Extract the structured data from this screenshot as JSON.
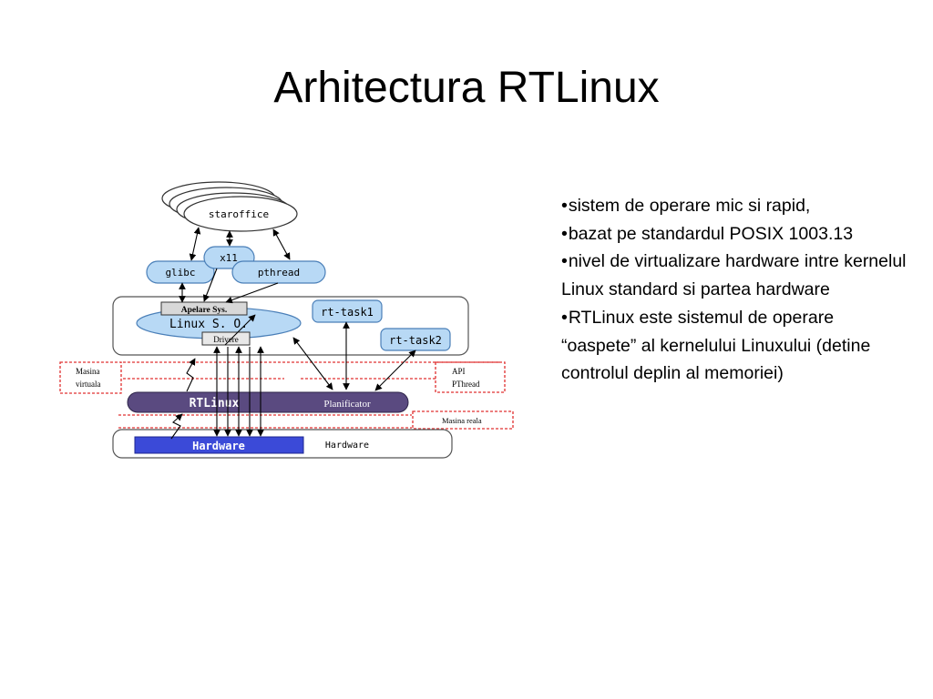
{
  "slide": {
    "title": "Arhitectura RTLinux",
    "bullets": [
      "sistem de operare mic si rapid,",
      "bazat pe standardul POSIX 1003.13",
      "nivel de virtualizare hardware intre kernelul Linux standard si partea hardware",
      "RTLinux este sistemul de operare “oaspete” al kernelului Linuxului (detine controlul deplin al memoriei)"
    ],
    "bullet_marker": "•"
  },
  "diagram": {
    "staroffice": "staroffice",
    "x11": "x11",
    "glibc": "glibc",
    "pthread": "pthread",
    "apelare_sys": "Apelare Sys.",
    "linux_so": "Linux S. O.",
    "drivere": "Drivere",
    "rt_task1": "rt-task1",
    "rt_task2": "rt-task2",
    "masina_virtuala": [
      "Masina",
      "virtuala"
    ],
    "api_pthread": [
      "API",
      "PThread"
    ],
    "rtlinux": "RTLinux",
    "planificator": "Planificator",
    "masina_reala": "Masina reala",
    "hardware_box": "Hardware",
    "hardware_label": "Hardware"
  },
  "colors": {
    "bubble_fill": "#b8d9f5",
    "bubble_stroke": "#4a7fb8",
    "rtlinux_bar": "#5a4a80",
    "hardware_bar": "#3b4ad8",
    "dashed_red": "#e03030",
    "gray_box": "#d8d8d8"
  }
}
